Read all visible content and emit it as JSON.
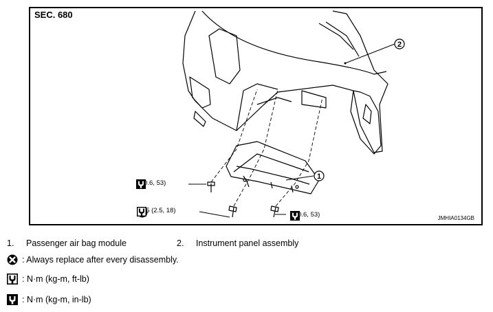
{
  "section_label": "SEC. 680",
  "figure_code": "JMHIA0134GB",
  "callouts": [
    "1",
    "2"
  ],
  "torques": {
    "upper_left": "6 (0.6, 53)",
    "bottom_left": "24.5 (2.5, 18)",
    "bottom_right": "6 (0.6, 53)"
  },
  "legend_items": [
    {
      "num": "1.",
      "label": "Passenger air bag module"
    },
    {
      "num": "2.",
      "label": "Instrument panel assembly"
    }
  ],
  "symbols": [
    {
      "icon": "always-replace-icon",
      "text": ": Always replace after every disassembly."
    },
    {
      "icon": "torque-ft-lb-icon",
      "text": ": N·m (kg-m, ft-lb)"
    },
    {
      "icon": "torque-in-lb-icon",
      "text": ": N·m (kg-m, in-lb)"
    }
  ]
}
